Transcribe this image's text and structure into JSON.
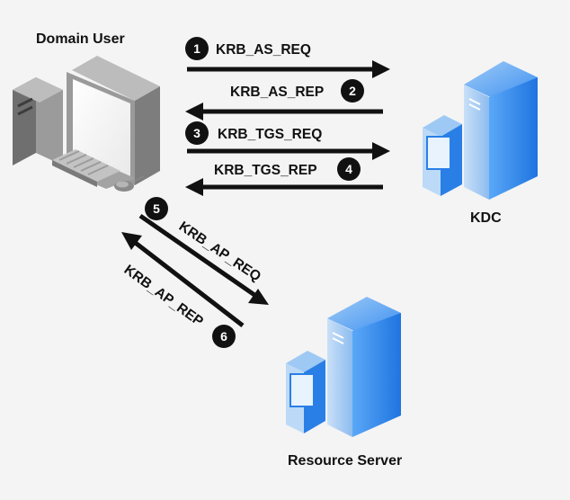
{
  "nodes": {
    "user": {
      "label": "Domain User",
      "icon": "desktop-computer-icon"
    },
    "kdc": {
      "label": "KDC",
      "icon": "server-icon"
    },
    "resource": {
      "label": "Resource Server",
      "icon": "server-icon"
    }
  },
  "messages": [
    {
      "step": "1",
      "label": "KRB_AS_REQ"
    },
    {
      "step": "2",
      "label": "KRB_AS_REP"
    },
    {
      "step": "3",
      "label": "KRB_TGS_REQ"
    },
    {
      "step": "4",
      "label": "KRB_TGS_REP"
    },
    {
      "step": "5",
      "label": "KRB_AP_REQ"
    },
    {
      "step": "6",
      "label": "KRB_AP_REP"
    }
  ],
  "colors": {
    "background": "#f4f4f4",
    "arrow": "#111111",
    "server_front": "#2f8cf0",
    "server_dark": "#1a5fc8",
    "server_light": "#a8ccf4",
    "computer_gray": "#8a8a8a"
  }
}
